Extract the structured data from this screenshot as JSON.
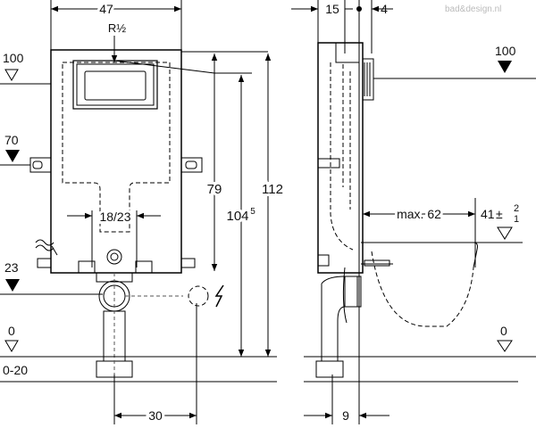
{
  "watermark": "bad&design.nl",
  "front_view": {
    "width_dim": "47",
    "water_inlet": "R½",
    "dim_79": "79",
    "dim_104": "104",
    "dim_104_sup": "5",
    "dim_112": "112",
    "dim_18_23": "18/23",
    "dim_30": "30",
    "level_100": "100",
    "level_70": "70",
    "level_23": "23",
    "level_0": "0",
    "level_0_20": "0-20"
  },
  "side_view": {
    "dim_15": "15",
    "dim_4": "4",
    "level_100": "100",
    "dim_max62": "max. 62",
    "dim_41": "41",
    "dim_41_sup": "2",
    "dim_41_sub": "1",
    "dim_41_pm": "±",
    "level_0": "0",
    "dim_9": "9"
  }
}
